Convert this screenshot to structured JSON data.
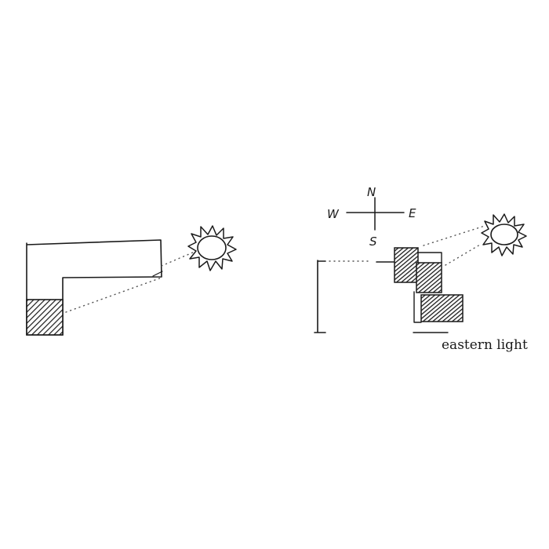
{
  "compass": {
    "north": "N",
    "south": "S",
    "east": "E",
    "west": "W"
  },
  "caption": "eastern light",
  "icons": [
    "sun-icon",
    "compass-icon"
  ],
  "colors": {
    "ink": "#1a1a1a",
    "paper": "#ffffff"
  }
}
